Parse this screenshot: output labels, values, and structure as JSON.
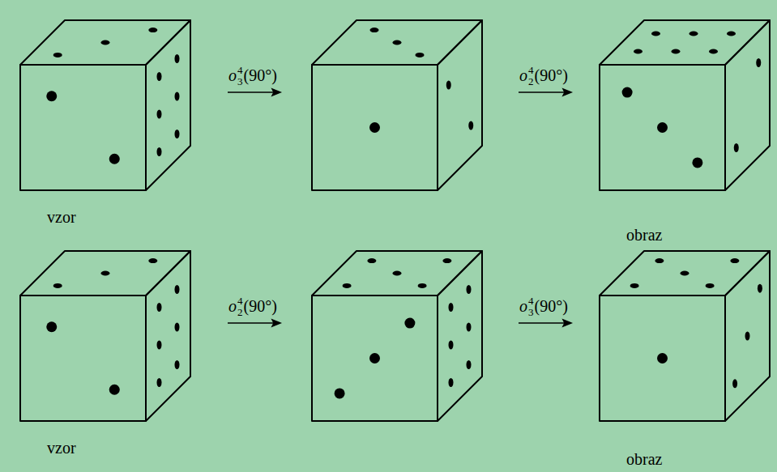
{
  "diagram": {
    "labels": [
      "o",
      "4",
      "3",
      "(90°)",
      "o",
      "4",
      "2",
      "(90°)",
      "vzor",
      "obraz",
      "o",
      "4",
      "2",
      "(90°)",
      "o",
      "4",
      "3",
      "(90°)",
      "vzor",
      "obraz"
    ]
  }
}
